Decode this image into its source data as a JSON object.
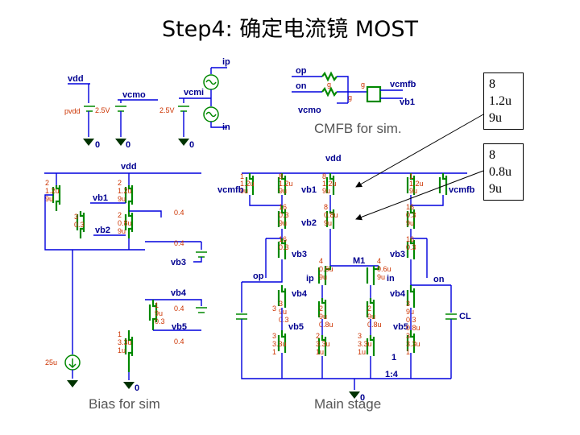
{
  "title": "Step4: 确定电流镜 MOST",
  "callouts": [
    {
      "line1": "8",
      "line2": "1.2u",
      "line3": "9u"
    },
    {
      "line1": "8",
      "line2": "0.8u",
      "line3": "9u"
    }
  ],
  "sections": {
    "cmfb_caption": "CMFB for sim.",
    "bias_caption": "Bias for sim",
    "main_caption": "Main stage"
  },
  "sources": {
    "vdd": "vdd",
    "pvdd": "pvdd",
    "v25a": "2.5V",
    "v25b": "2.5V",
    "vcmo": "vcmo",
    "vcmi": "vcmi",
    "ip": "ip",
    "in": "in",
    "ibias": "25u"
  },
  "cmfb": {
    "op": "op",
    "on": "on",
    "vcmfb": "vcmfb",
    "vcmo": "vcmo",
    "vb1": "vb1",
    "g1": "g",
    "g2": "g",
    "g3": "g"
  },
  "bias": {
    "vdd": "vdd",
    "vb1": "vb1",
    "vb2": "vb2",
    "vb3": "vb3",
    "vb4": "vb4",
    "vb5": "vb5",
    "m1": [
      "2",
      "1.2u",
      "9u"
    ],
    "m2": [
      "2",
      "1.2u",
      "9u"
    ],
    "m3": [
      "3",
      "0.3"
    ],
    "m4": [
      "2",
      "0.8u",
      "9u"
    ],
    "m5": [
      "1",
      "9u",
      "0.3"
    ],
    "m6": [
      "1",
      "3.3u",
      "1u"
    ],
    "v1": "0.4",
    "v2": "0.4",
    "v3": "0.4",
    "v4": "0.4"
  },
  "main": {
    "vdd": "vdd",
    "vcmfb_l": "vcmfb",
    "vcmfb_r": "vcmfb",
    "vb1": "vb1",
    "vb2": "vb2",
    "vb3_l": "vb3",
    "vb3_r": "vb3",
    "vb4_l": "vb4",
    "vb4_r": "vb4",
    "vb5_l": "vb5",
    "vb5_r": "vb5",
    "op": "op",
    "on": "on",
    "ip": "ip",
    "in": "in",
    "m1": "M1",
    "cl": "CL",
    "ratio_1": "1",
    "ratio": "1:4",
    "top_l": [
      "1",
      "1.2u",
      "9u"
    ],
    "top_r": [
      "1",
      "1.2u",
      "9u"
    ],
    "m2_l": [
      "8",
      "1.2u",
      "9u"
    ],
    "m2_r": [
      "8",
      "1.2u",
      "9u"
    ],
    "m3_l": [
      "16",
      "0.3",
      "9u"
    ],
    "m3_c": [
      "8",
      "0.8u",
      "9u"
    ],
    "m3_r": [
      "16",
      "0.3",
      "9u"
    ],
    "m4_l": [
      "16",
      "0.3",
      "9u"
    ],
    "m4_r": [
      "16",
      "0.3",
      "9u"
    ],
    "dp_l": [
      "4",
      "0.6u",
      "9u"
    ],
    "dp_r": [
      "4",
      "0.6u",
      "9u"
    ],
    "m5_l": [
      "3",
      "9u",
      "0.3"
    ],
    "m5_r": [
      "3",
      "9u",
      "0.3"
    ],
    "m6_l": [
      "3",
      "9u",
      "0.3"
    ],
    "m6_r": [
      "3",
      "9u",
      "0.8u"
    ],
    "m7a": [
      "2",
      "9u",
      "0.8u"
    ],
    "m7b": [
      "2",
      "9u",
      "0.8u"
    ],
    "m8_l": [
      "3",
      "3.3u",
      "1"
    ],
    "m8_cl": [
      "2",
      "3.3u",
      "1u"
    ],
    "m8_cr": [
      "3",
      "3.3u",
      "1u"
    ],
    "m8_r": [
      "3",
      "3.3u",
      "1"
    ]
  },
  "colors": {
    "wire": "#0000dd",
    "device": "#008800",
    "label": "#000090",
    "value": "#cc3300",
    "terminal": "#003300"
  }
}
